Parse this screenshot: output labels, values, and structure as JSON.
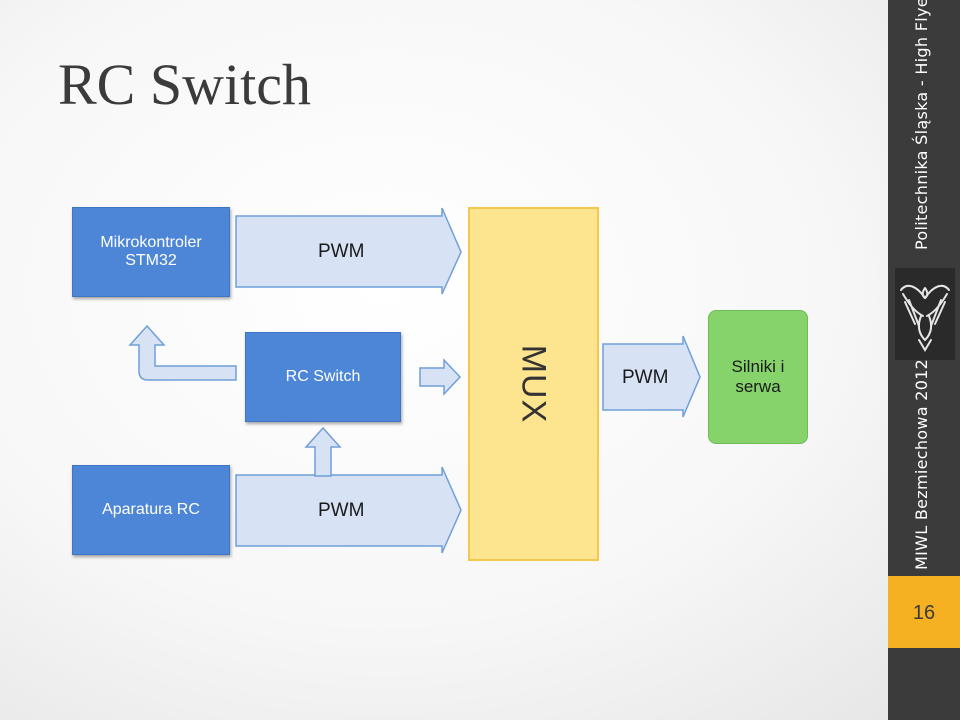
{
  "slide": {
    "title": "RC Switch",
    "page_number": "16",
    "sidebar_top": "Politechnika Śląska - High Flyers",
    "sidebar_bottom": "MIWL Bezmiechowa 2012"
  },
  "diagram": {
    "mikrokontroler_line1": "Mikrokontroler",
    "mikrokontroler_line2": "STM32",
    "rc_switch": "RC Switch",
    "aparatura": "Aparatura RC",
    "pwm_top": "PWM",
    "pwm_bottom": "PWM",
    "pwm_right": "PWM",
    "mux": "MUX",
    "silniki_line1": "Silniki i",
    "silniki_line2": "serwa"
  },
  "colors": {
    "block_blue": "#4d86d6",
    "arrow_fill": "#d7e3f5",
    "mux_fill": "#fde48f",
    "output_green": "#86d36c",
    "accent_orange": "#f5b122"
  }
}
